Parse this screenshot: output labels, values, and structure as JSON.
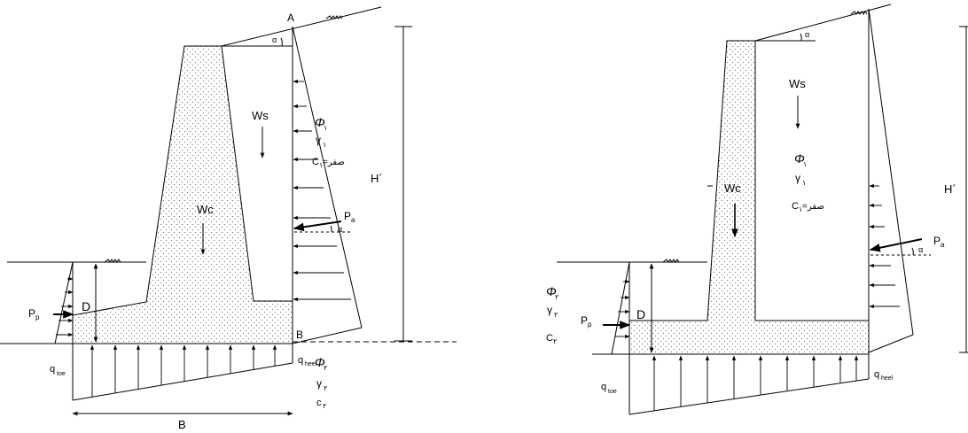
{
  "colors": {
    "ink": "#000000",
    "background": "#ffffff",
    "fill_dots": "#444444"
  },
  "left": {
    "point_a": "A",
    "point_b": "B",
    "weight_soil": "Ws",
    "weight_concrete": "Wc",
    "phi1": "Φ",
    "phi1_sub": "١",
    "gamma1": "γ",
    "gamma1_sub": "١",
    "c1": "C",
    "c1_sub": "١",
    "c1_value": "=صفر",
    "phi2": "Φ",
    "phi2_sub": "٢",
    "gamma2": "γ",
    "gamma2_sub": "٢",
    "c2": "c",
    "c2_sub": "٢",
    "height": "H´",
    "active_force": "P",
    "active_force_sub": "a",
    "passive_force": "P",
    "passive_force_sub": "p",
    "depth": "D",
    "alpha_top": "α",
    "alpha_mid": "α",
    "q_toe": "q",
    "q_toe_sub": "toe",
    "q_heel": "q",
    "q_heel_sub": "heel",
    "base_width": "B"
  },
  "right": {
    "weight_soil": "Ws",
    "weight_concrete": "Wc",
    "phi1": "Φ",
    "phi1_sub": "١",
    "gamma1": "γ",
    "gamma1_sub": "١",
    "c1": "C",
    "c1_sub": "١",
    "c1_value": "=صفر",
    "phi2": "Φ",
    "phi2_sub": "٢",
    "gamma2": "γ",
    "gamma2_sub": "٢",
    "c2": "C",
    "c2_sub": "٢",
    "height": "H´",
    "active_force": "P",
    "active_force_sub": "a",
    "passive_force": "P",
    "passive_force_sub": "p",
    "depth": "D",
    "alpha_top": "α",
    "alpha_mid": "α",
    "q_toe": "q",
    "q_toe_sub": "toe",
    "q_heel": "q",
    "q_heel_sub": "heel"
  }
}
